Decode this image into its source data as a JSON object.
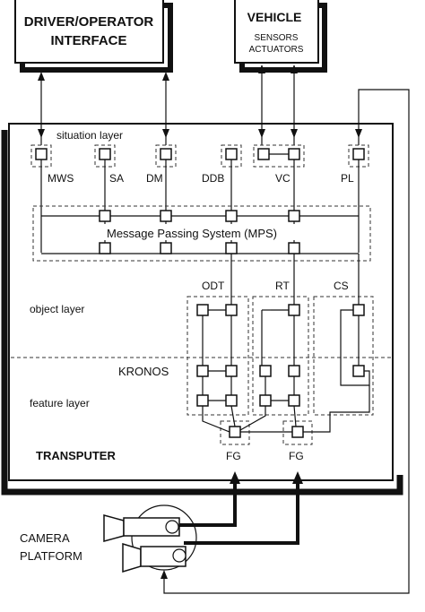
{
  "top_boxes": {
    "driver": {
      "line1": "DRIVER/OPERATOR",
      "line2": "INTERFACE"
    },
    "vehicle": {
      "title": "VEHICLE",
      "line1": "SENSORS",
      "line2": "ACTUATORS"
    }
  },
  "layers": {
    "situation": "situation layer",
    "object": "object layer",
    "kronos": "KRONOS",
    "feature": "feature layer",
    "transputer": "TRANSPUTER"
  },
  "modules": {
    "mws": "MWS",
    "sa": "SA",
    "dm": "DM",
    "ddb": "DDB",
    "vc": "VC",
    "pl": "PL",
    "odt": "ODT",
    "rt": "RT",
    "cs": "CS",
    "fg1": "FG",
    "fg2": "FG"
  },
  "mps": "Message Passing System (MPS)",
  "camera": {
    "line1": "CAMERA",
    "line2": "PLATFORM"
  }
}
